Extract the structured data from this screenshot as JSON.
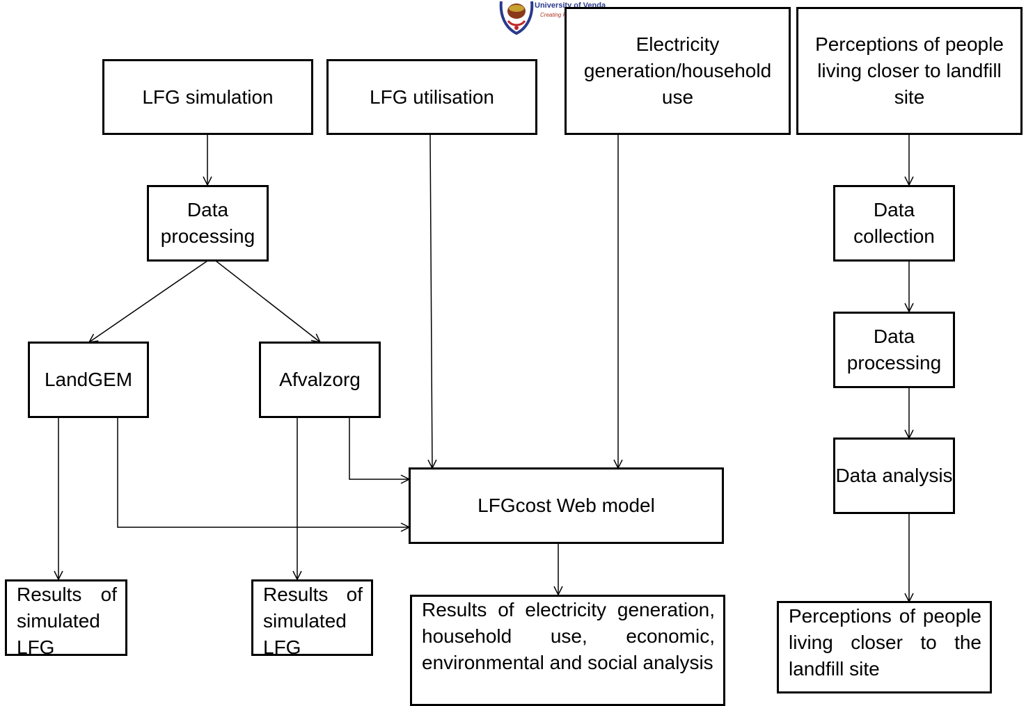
{
  "logo": {
    "title": "University of Venda",
    "tagline": "Creating Future Leaders"
  },
  "nodes": {
    "lfg_simulation": "LFG simulation",
    "lfg_utilisation": "LFG utilisation",
    "electricity_generation": "Electricity generation/household use",
    "perceptions_top": "Perceptions of people living closer to landfill site",
    "data_processing_left": "Data processing",
    "landgem": "LandGEM",
    "afvalzorg": "Afvalzorg",
    "lfgcost_model": "LFGcost Web model",
    "results_landgem": "Results of simulated LFG",
    "results_afvalzorg": "Results of simulated LFG",
    "results_lfgcost": "Results of electricity generation, household use, economic, environmental and social analysis",
    "data_collection": "Data collection",
    "data_processing_right": "Data processing",
    "data_analysis": "Data analysis",
    "perceptions_result": "Perceptions of people living closer to the landfill site"
  }
}
